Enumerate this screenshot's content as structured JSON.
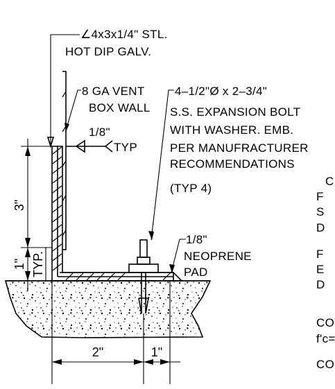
{
  "labels": {
    "angle_line1": "∠4x3x1/4\" STL.",
    "angle_line2": "HOT DIP GALV.",
    "vent_line1": "8 GA VENT",
    "vent_line2": "BOX WALL",
    "bolt_line1": "4–1/2\"Ø x 2–3/4\"",
    "bolt_line2": "S.S. EXPANSION BOLT",
    "bolt_line3": "WITH WASHER. EMB.",
    "bolt_line4": "PER MANUFRACTURER",
    "bolt_line5": "RECOMMENDATIONS",
    "bolt_line6": "(TYP 4)",
    "weld_size": "1/8\"",
    "weld_typ": "TYP",
    "pad_line1": "1/8\"",
    "pad_line2": "NEOPRENE",
    "pad_line3": "PAD",
    "cut_col1_a": "C",
    "cut_col1_b": "F",
    "cut_col1_c": "S",
    "cut_col1_d": "D",
    "cut_col2_a": "F",
    "cut_col2_b": "E",
    "cut_col2_c": "D",
    "cut_conc_1": "CO",
    "cut_conc_2": "f'c=",
    "cut_conc_3": "COI"
  },
  "dimensions": {
    "vertical_3": "3\"",
    "vertical_1": "1\"",
    "typ": "TYP.",
    "horizontal_2": "2\"",
    "horizontal_1": "1\""
  }
}
